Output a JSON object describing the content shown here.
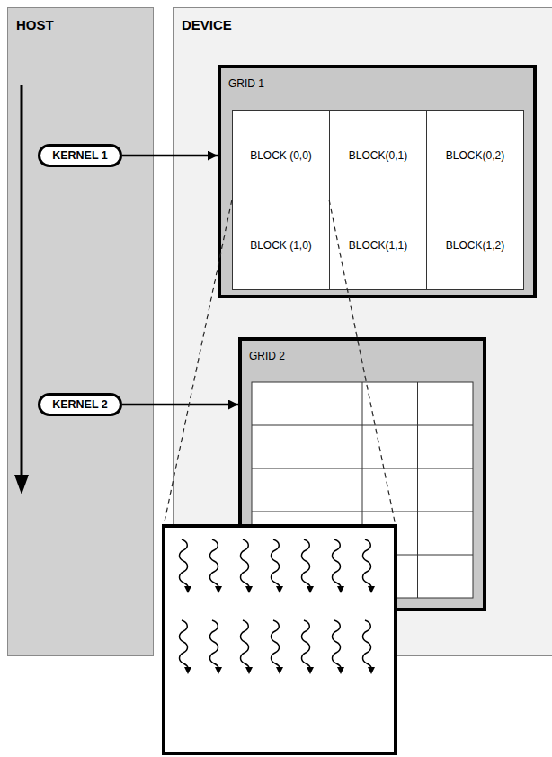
{
  "diagram": {
    "nodes": [
      {
        "text": [
          "HOST"
        ]
      },
      {
        "text": [
          "KERNEL 1"
        ],
        "in": 0
      },
      {
        "text": [
          "KERNEL 2"
        ],
        "in": 0
      },
      {
        "text": [
          "DEVICE"
        ]
      },
      {
        "text": [
          "GRID 1"
        ],
        "in": 3
      },
      {
        "text": [
          "BLOCK (0,0)"
        ],
        "in": 4
      },
      {
        "text": [
          "BLOCK(0,1)"
        ],
        "in": 4
      },
      {
        "text": [
          "BLOCK(0,2)"
        ],
        "in": 4
      },
      {
        "text": [
          "BLOCK (1,0)"
        ],
        "in": 4
      },
      {
        "text": [
          "BLOCK(1,1)"
        ],
        "in": 4
      },
      {
        "text": [
          "BLOCK(1,2)"
        ],
        "in": 4
      },
      {
        "text": [
          "GRID 2"
        ],
        "in": 3
      }
    ],
    "edges": [
      {
        "from": 1,
        "to": 4,
        "arrow": "to"
      },
      {
        "from": 2,
        "to": 11,
        "arrow": "to"
      }
    ]
  }
}
